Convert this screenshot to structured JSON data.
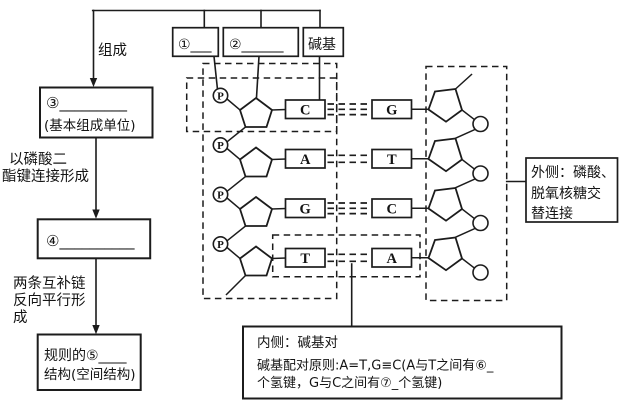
{
  "top": {
    "box1_label": "①___",
    "box2_label": "②______",
    "base_box_label": "碱基",
    "compose_label": "组成"
  },
  "left_flow": {
    "box3_line1": "③_________",
    "box3_line2": "(基本组成单位)",
    "phosphodiester_note_lines": [
      "以磷酸二",
      "酯键连接形成"
    ],
    "box4_label": "④__________",
    "antiparallel_note_lines": [
      "两条互补链",
      "反向平行形",
      "成"
    ],
    "box5_line1": "规则的⑤____",
    "box5_line2": "结构(空间结构)"
  },
  "helix": {
    "phosphate_label": "P",
    "left_bases": [
      "C",
      "A",
      "G",
      "T"
    ],
    "right_bases": [
      "G",
      "T",
      "C",
      "A"
    ],
    "hydrogen_bond_counts": [
      3,
      2,
      3,
      2
    ]
  },
  "notes": {
    "outer_lines": [
      "外侧：磷酸、",
      "脱氧核糖交",
      "替连接"
    ],
    "inner_lines": [
      "内侧：碱基对",
      "碱基配对原则:A=T,G≡C(A与T之间有⑥_",
      "个氢键，G与C之间有⑦_个氢键)"
    ]
  },
  "colors": {
    "ink": "#1c1c1c",
    "background": "#ffffff"
  }
}
